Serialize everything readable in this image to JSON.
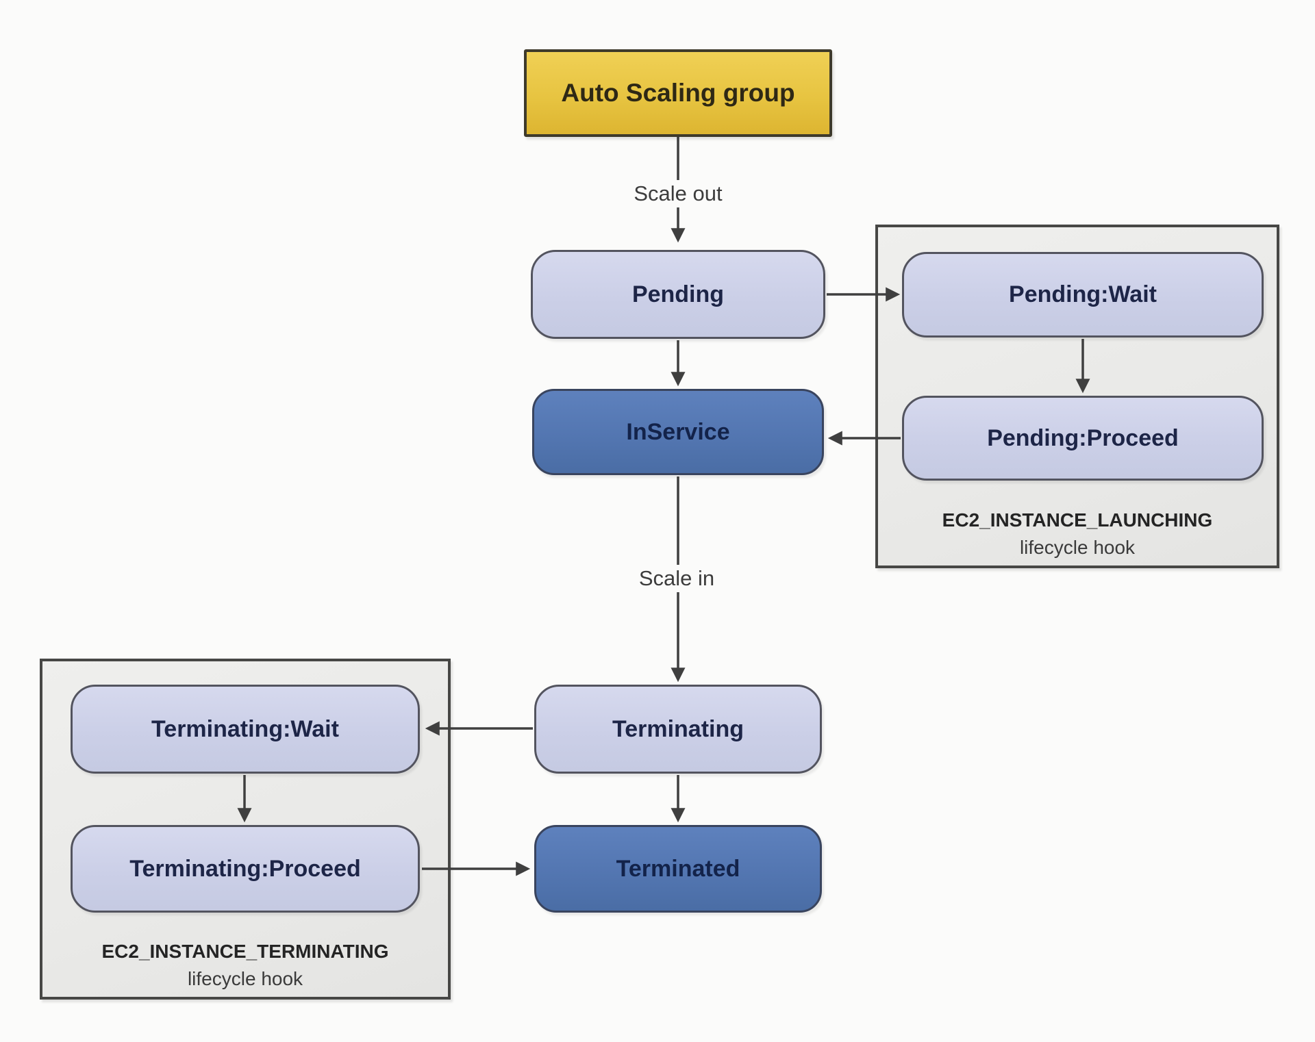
{
  "diagram": {
    "asg": {
      "label": "Auto Scaling group"
    },
    "edge_labels": {
      "scale_out": "Scale out",
      "scale_in": "Scale in"
    },
    "nodes": {
      "pending": "Pending",
      "pending_wait": "Pending:Wait",
      "pending_proceed": "Pending:Proceed",
      "inservice": "InService",
      "terminating": "Terminating",
      "terminating_wait": "Terminating:Wait",
      "terminating_proceed": "Terminating:Proceed",
      "terminated": "Terminated"
    },
    "hooks": {
      "launching": {
        "name": "EC2_INSTANCE_LAUNCHING",
        "caption": "lifecycle hook"
      },
      "terminating": {
        "name": "EC2_INSTANCE_TERMINATING",
        "caption": "lifecycle hook"
      }
    },
    "colors": {
      "asg_fill": "#e7c441",
      "state_fill": "#cbcfe7",
      "active_state_fill": "#5376b1",
      "hook_panel_fill": "#e9e9e7",
      "arrow": "#3f3f3f"
    }
  }
}
